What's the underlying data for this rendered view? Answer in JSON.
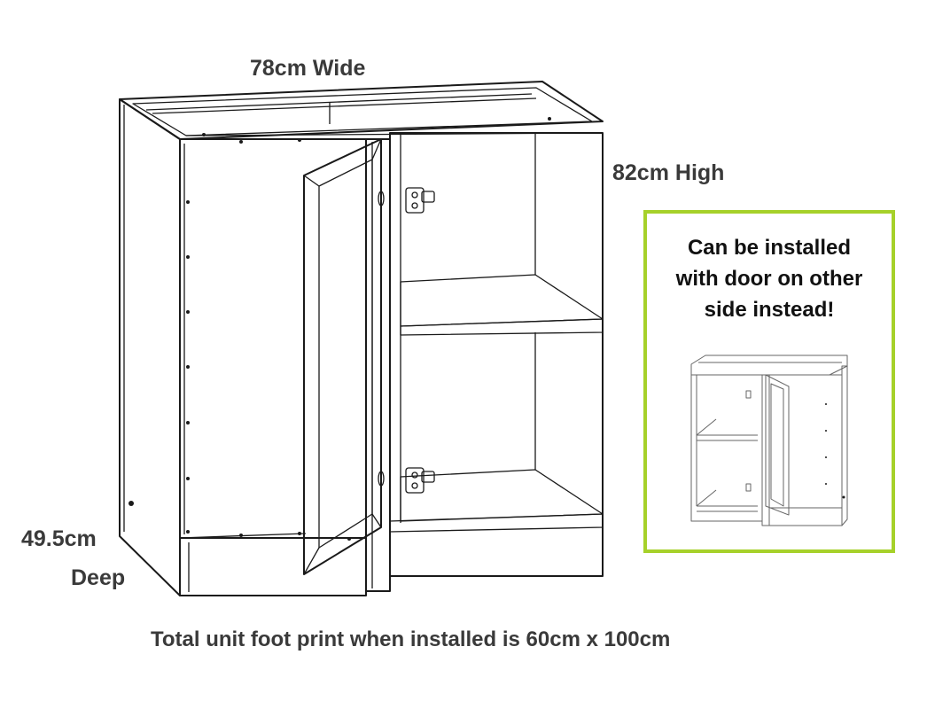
{
  "labels": {
    "width": "78cm Wide",
    "height": "82cm High",
    "depth_value": "49.5cm",
    "depth_word": "Deep",
    "footprint": "Total unit foot print when installed is 60cm x 100cm"
  },
  "note": {
    "line1": "Can be installed",
    "line2": "with door on other",
    "line3": "side instead!"
  },
  "colors": {
    "note_border": "#a6d12a",
    "line": "#1a1a1a",
    "text": "#3a3a3a"
  },
  "icons": {
    "main_drawing": "corner-cabinet-drawing",
    "alt_drawing": "corner-cabinet-mirrored-drawing"
  }
}
